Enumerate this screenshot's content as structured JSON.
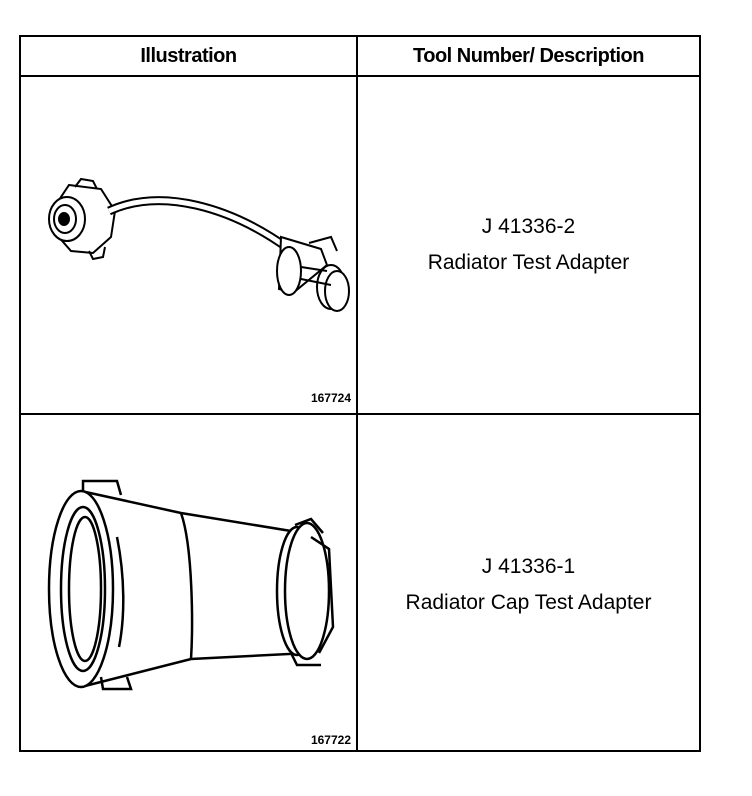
{
  "header": {
    "illustration_label": "Illustration",
    "description_label": "Tool Number/ Description"
  },
  "rows": [
    {
      "tool_number": "J 41336-2",
      "description": "Radiator Test Adapter",
      "figure_number": "167724"
    },
    {
      "tool_number": "J 41336-1",
      "description": "Radiator Cap Test Adapter",
      "figure_number": "167722"
    }
  ]
}
